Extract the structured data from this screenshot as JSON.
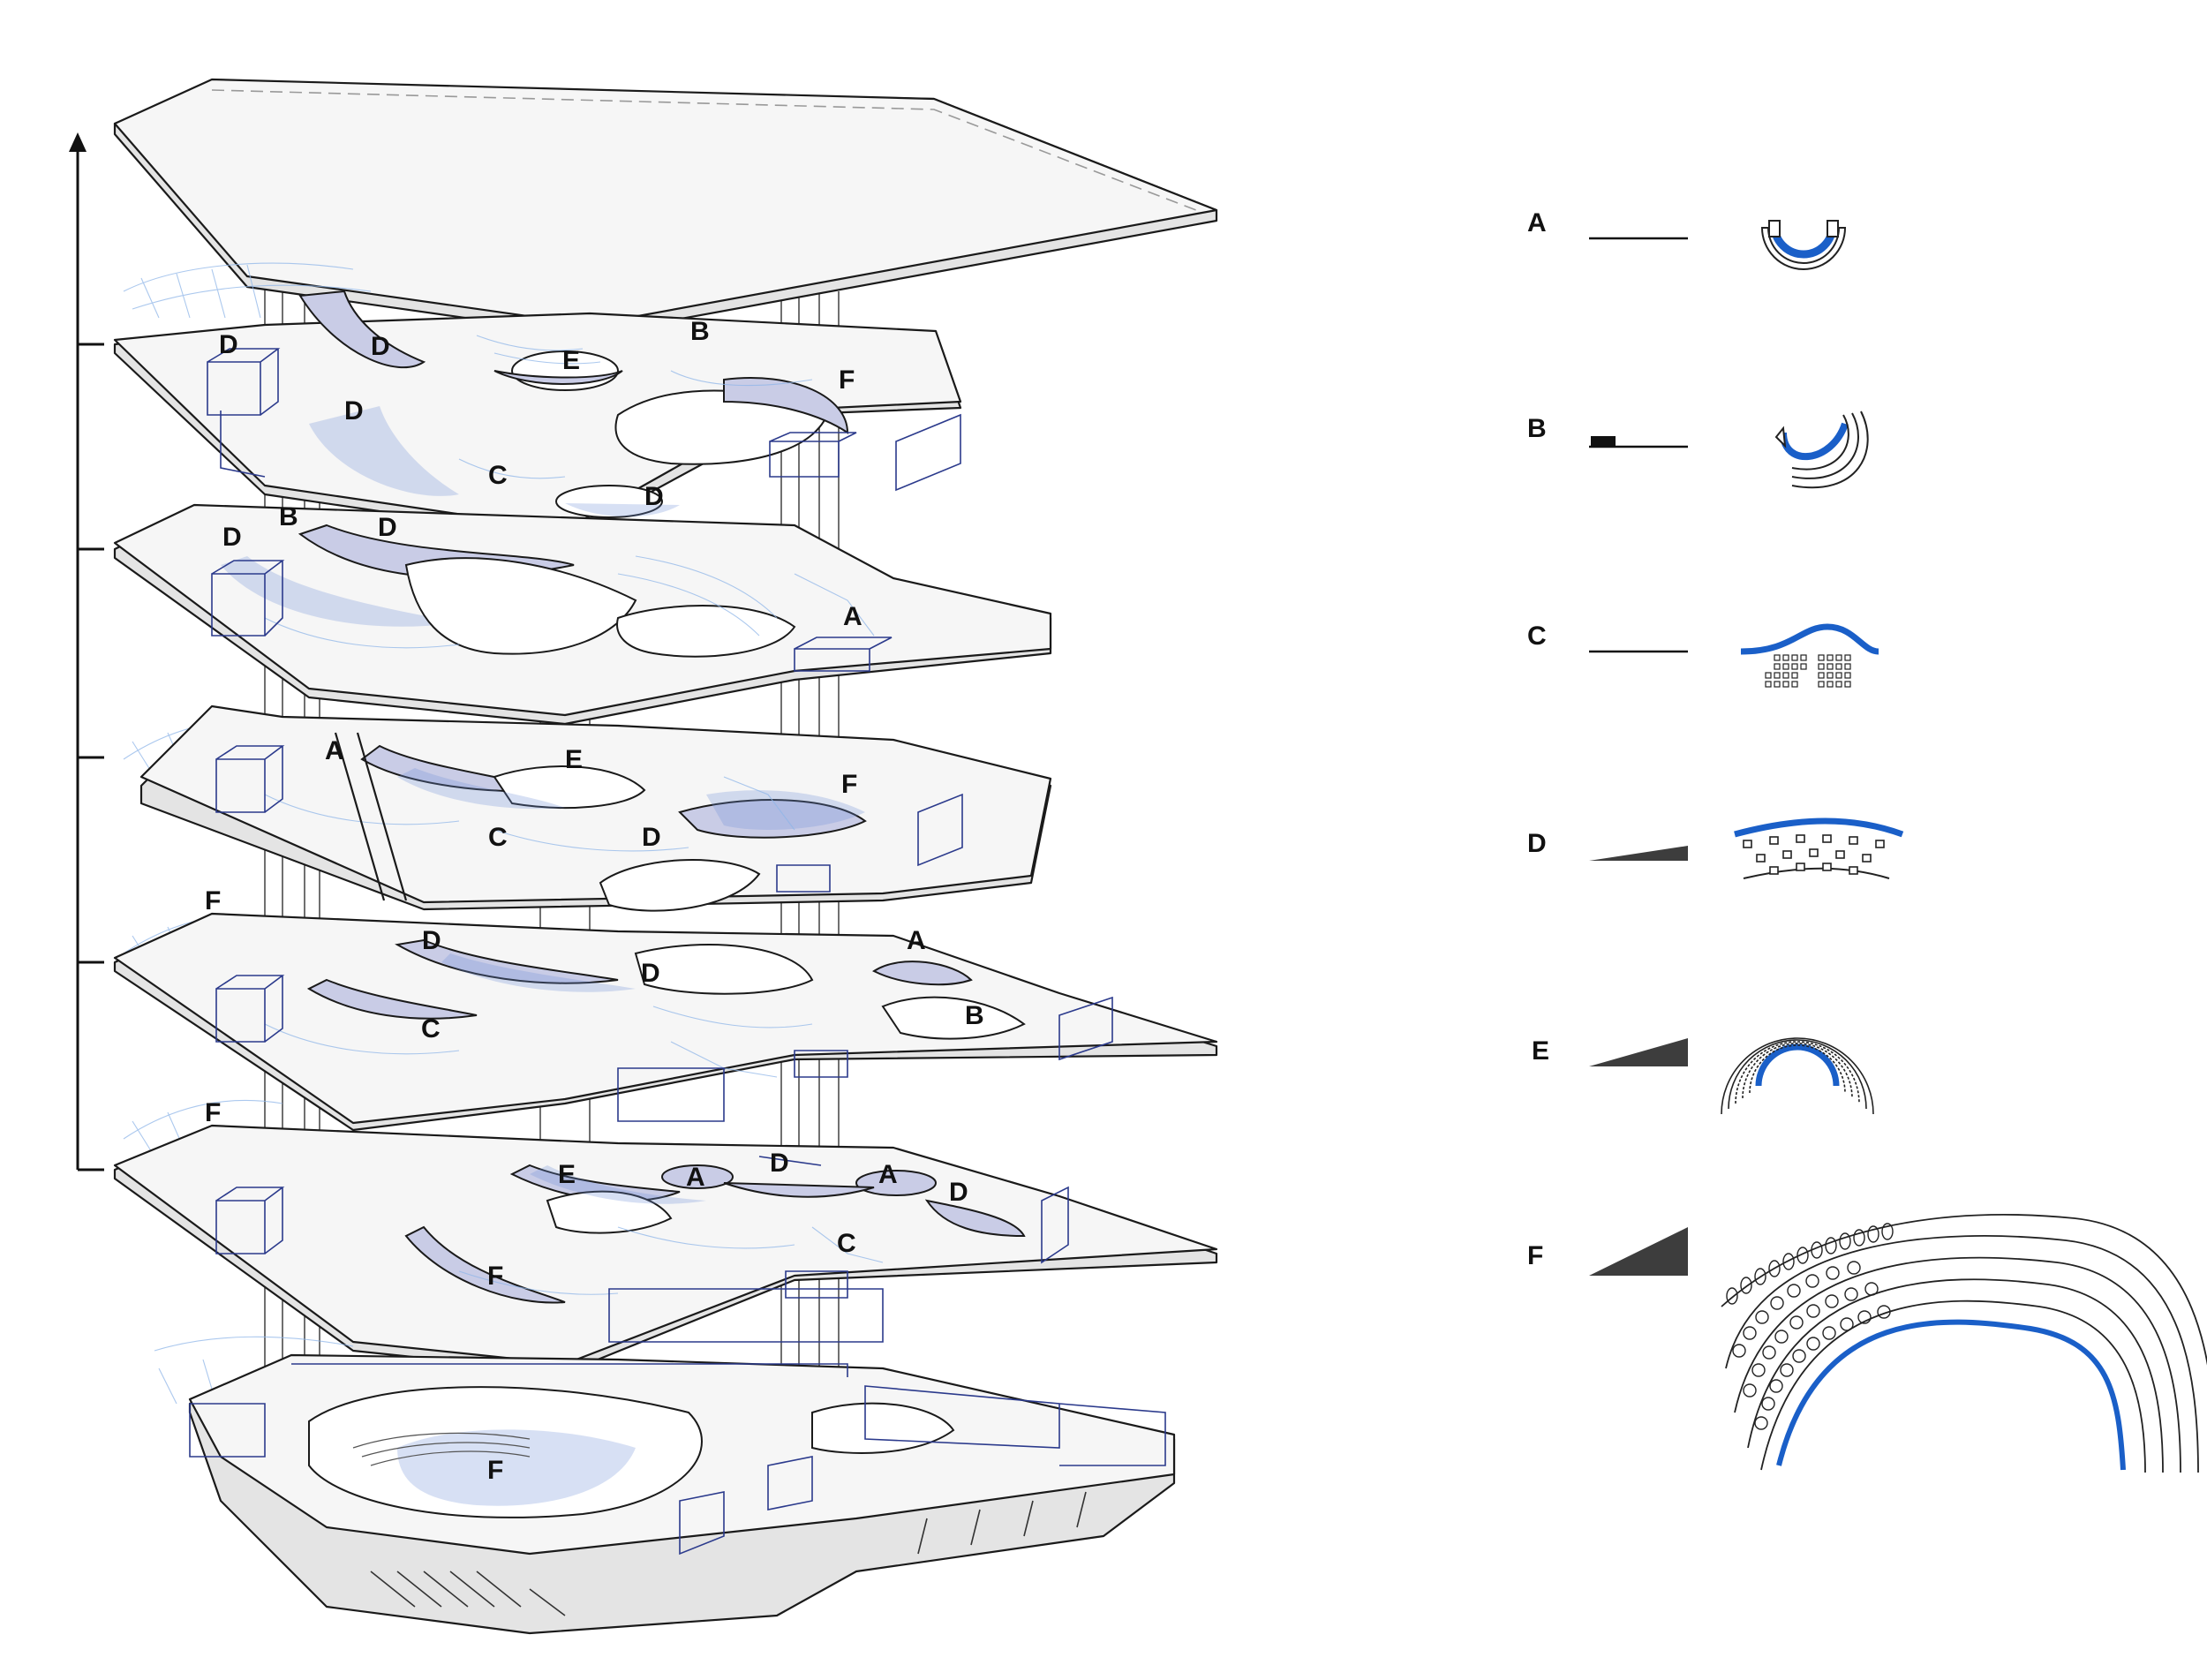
{
  "floor_labels": [
    {
      "id": "l1",
      "text": "D"
    },
    {
      "id": "l2",
      "text": "D"
    },
    {
      "id": "l3",
      "text": "E"
    },
    {
      "id": "l4",
      "text": "B"
    },
    {
      "id": "l5",
      "text": "F"
    },
    {
      "id": "l6",
      "text": "D"
    },
    {
      "id": "l7",
      "text": "C"
    },
    {
      "id": "l8",
      "text": "D"
    },
    {
      "id": "l9",
      "text": "D"
    },
    {
      "id": "l10",
      "text": "B"
    },
    {
      "id": "l11",
      "text": "D"
    },
    {
      "id": "l12",
      "text": "A"
    },
    {
      "id": "l13",
      "text": "A"
    },
    {
      "id": "l14",
      "text": "E"
    },
    {
      "id": "l15",
      "text": "F"
    },
    {
      "id": "l16",
      "text": "C"
    },
    {
      "id": "l17",
      "text": "D"
    },
    {
      "id": "l18",
      "text": "F"
    },
    {
      "id": "l19",
      "text": "D"
    },
    {
      "id": "l20",
      "text": "A"
    },
    {
      "id": "l21",
      "text": "D"
    },
    {
      "id": "l22",
      "text": "C"
    },
    {
      "id": "l23",
      "text": "B"
    },
    {
      "id": "l24",
      "text": "F"
    },
    {
      "id": "l25",
      "text": "E"
    },
    {
      "id": "l26",
      "text": "A"
    },
    {
      "id": "l27",
      "text": "D"
    },
    {
      "id": "l28",
      "text": "A"
    },
    {
      "id": "l29",
      "text": "D"
    },
    {
      "id": "l30",
      "text": "C"
    },
    {
      "id": "l31",
      "text": "F"
    },
    {
      "id": "l32",
      "text": "F"
    }
  ],
  "legend": [
    {
      "letter": "A",
      "slope": "flat",
      "icon": "small-curved-seat-icon"
    },
    {
      "letter": "B",
      "slope": "step",
      "icon": "double-curved-bench-icon"
    },
    {
      "letter": "C",
      "slope": "flat",
      "icon": "wave-seating-grid-icon"
    },
    {
      "letter": "D",
      "slope": "gentle",
      "icon": "arc-audience-seats-icon"
    },
    {
      "letter": "E",
      "slope": "medium",
      "icon": "ring-auditorium-icon"
    },
    {
      "letter": "F",
      "slope": "steep",
      "icon": "large-arc-amphitheater-icon"
    }
  ],
  "colors": {
    "accent": "#1a5fc8",
    "mesh": "#8fb6e8",
    "outline": "#2b3a8c",
    "ramp": "#3d3d3d"
  }
}
